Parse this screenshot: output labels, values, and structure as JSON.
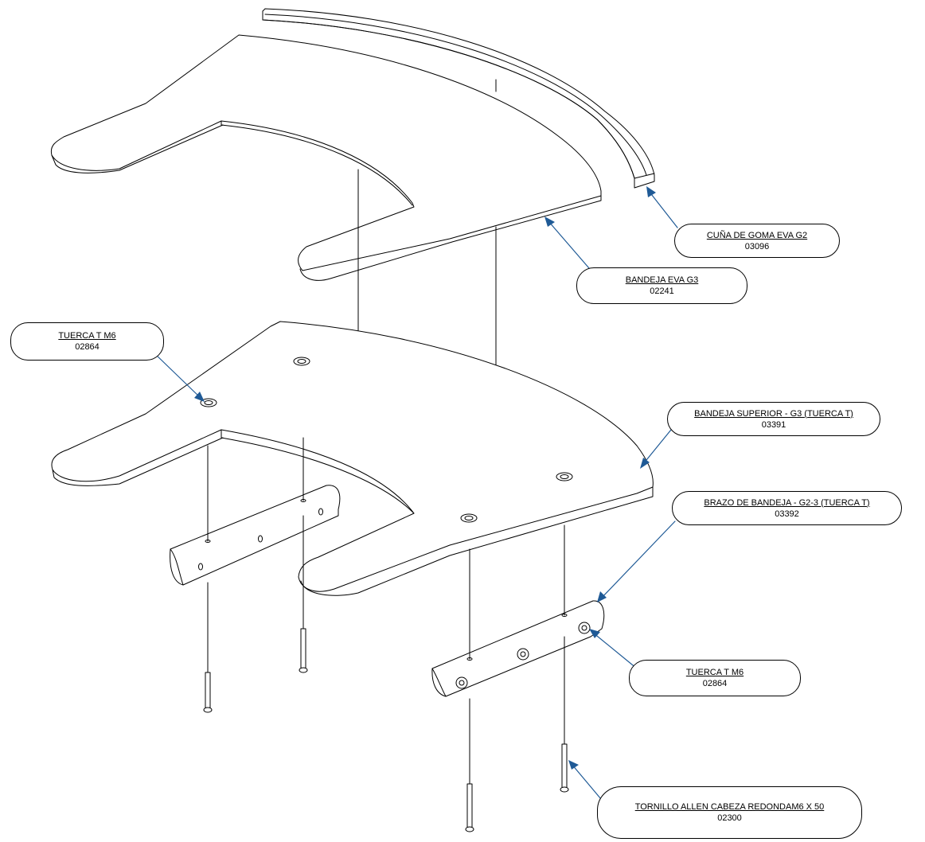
{
  "diagram": {
    "line_color": "#000000",
    "leader_color": "#1f5a96",
    "parts": [
      {
        "id": "cuna",
        "name": "CUÑA DE GOMA EVA G2",
        "code": "03096"
      },
      {
        "id": "bandeja-eva",
        "name": "BANDEJA EVA G3",
        "code": "02241"
      },
      {
        "id": "tuerca-1",
        "name": "TUERCA T M6",
        "code": "02864"
      },
      {
        "id": "bandeja-superior",
        "name": "BANDEJA SUPERIOR  - G3 (TUERCA T)",
        "code": "03391"
      },
      {
        "id": "brazo",
        "name": "BRAZO DE BANDEJA - G2-3 (TUERCA T)",
        "code": "03392"
      },
      {
        "id": "tuerca-2",
        "name": "TUERCA T M6",
        "code": "02864"
      },
      {
        "id": "tornillo",
        "name": "TORNILLO ALLEN CABEZA REDONDAM6 X 50",
        "code": "02300"
      }
    ]
  }
}
